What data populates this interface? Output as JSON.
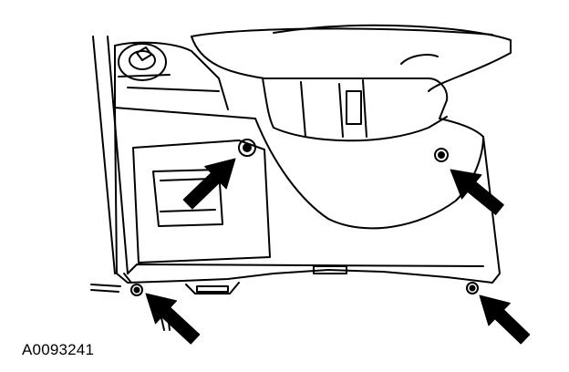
{
  "figure": {
    "id": "A0093241"
  },
  "callouts": [
    {
      "name": "arrow-upper-left-screw"
    },
    {
      "name": "arrow-upper-right-screw"
    },
    {
      "name": "arrow-lower-left-screw"
    },
    {
      "name": "arrow-lower-right-screw"
    }
  ],
  "colors": {
    "line": "#000000",
    "background": "#ffffff"
  }
}
